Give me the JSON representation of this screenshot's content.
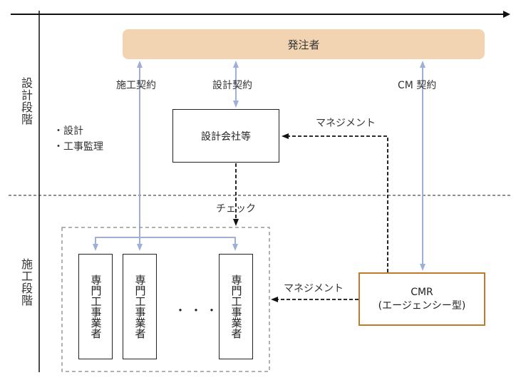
{
  "diagram": {
    "title": "CMR (エージェンシー型) 契約関係図",
    "phases": [
      {
        "name": "design_phase",
        "label": "設計段階"
      },
      {
        "name": "construction_phase",
        "label": "施工段階"
      }
    ],
    "nodes": {
      "client": "発注者",
      "design_firm": "設計会社等",
      "cmr_line1": "CMR",
      "cmr_line2": "(エージェンシー型)",
      "subcontractors": [
        "専門工事業者",
        "専門工事業者",
        "専門工事業者"
      ],
      "ellipsis": "・・・"
    },
    "contracts": {
      "construction": "施工契約",
      "design": "設計契約",
      "cm": "CM 契約"
    },
    "flows": {
      "management_to_design": "マネジメント",
      "management_to_contractors": "マネジメント",
      "check": "チェック"
    },
    "design_tasks": [
      "・設計",
      "・工事監理"
    ],
    "colors": {
      "client_fill": "#f2d4b3",
      "contract_arrow": "#9fb0d8",
      "cmr_border": "#c07a2a",
      "text": "#333333"
    }
  }
}
